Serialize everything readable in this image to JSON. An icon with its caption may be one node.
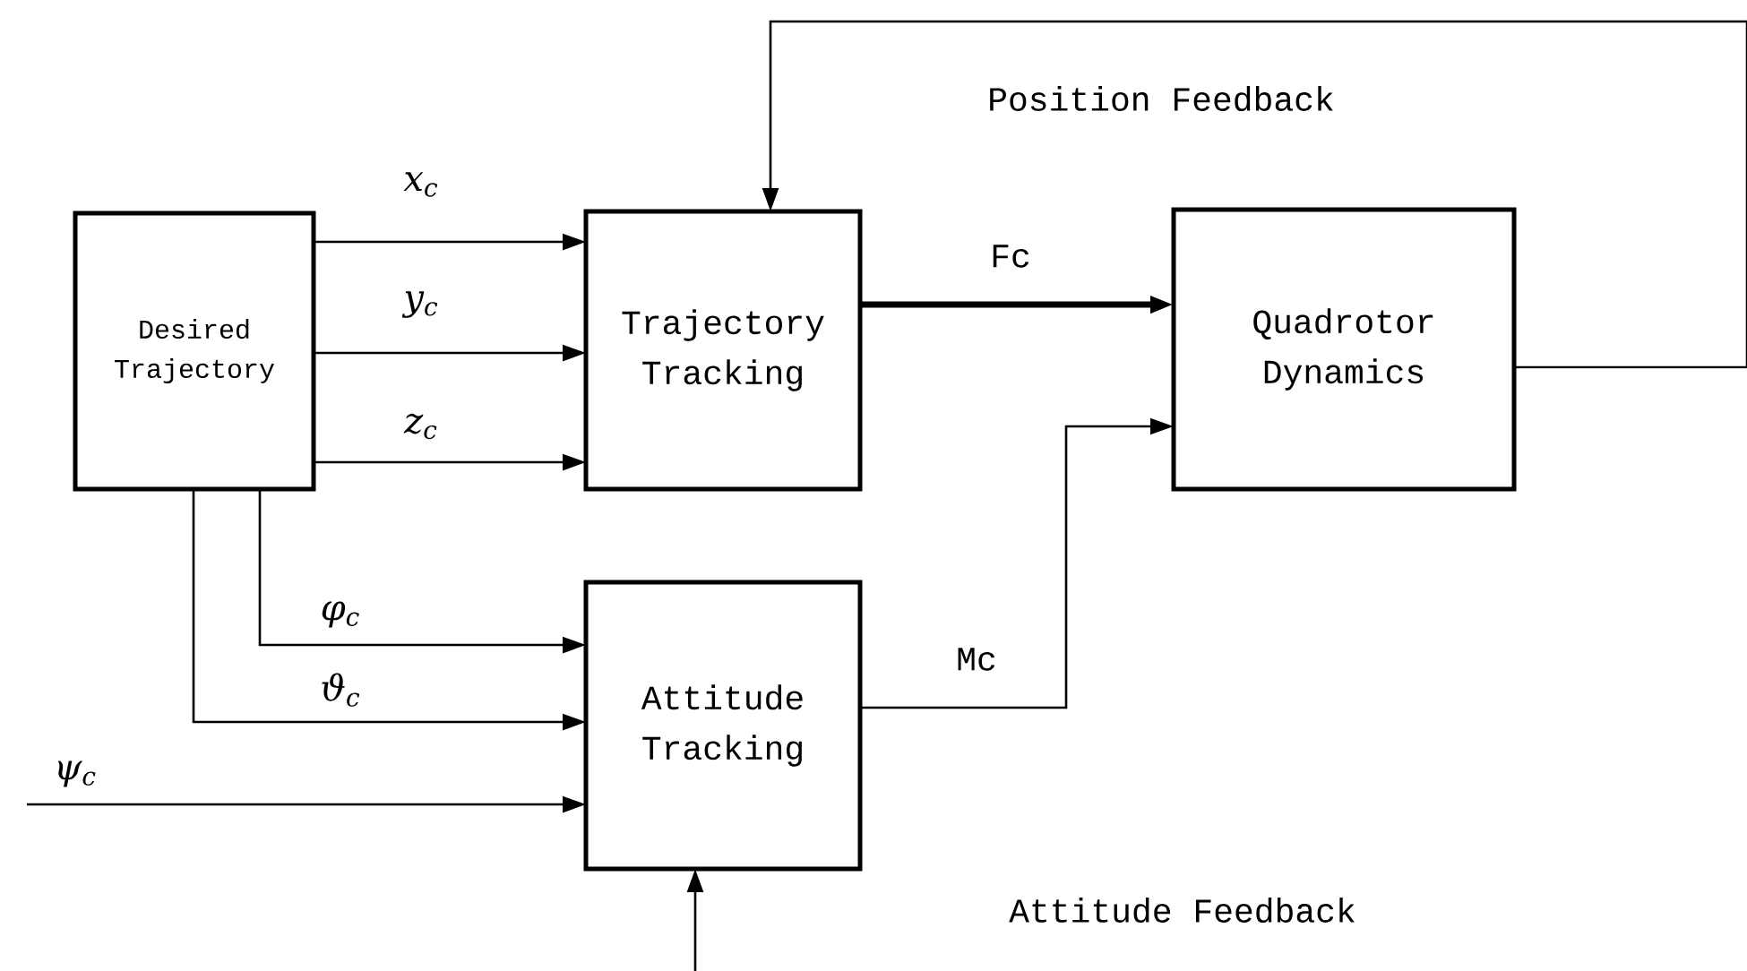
{
  "diagram": {
    "nodes": [
      {
        "text": [
          "Desired Trajectory"
        ]
      },
      {
        "text": [
          "Trajectory Tracking"
        ]
      },
      {
        "text": [
          "Quadrotor Dynamics"
        ]
      },
      {
        "text": [
          "Attitude Tracking"
        ]
      }
    ],
    "edges": [
      {
        "from": 0,
        "to": 1,
        "arrow": "to",
        "label": "x$_{c}$"
      },
      {
        "from": 0,
        "to": 1,
        "arrow": "to",
        "label": "y$_{c}$"
      },
      {
        "from": 0,
        "to": 1,
        "arrow": "to",
        "label": "z$_{c}$"
      },
      {
        "from": 0,
        "to": 3,
        "arrow": "to",
        "label": "φ$_{c}$"
      },
      {
        "from": 0,
        "to": 3,
        "arrow": "to",
        "label": "ϑ$_{c}$"
      },
      {
        "from": null,
        "to": 3,
        "arrow": "to",
        "label": "ψ$_{c}$"
      },
      {
        "from": 1,
        "to": 2,
        "arrow": "to",
        "label": "Fc",
        "style": "thick"
      },
      {
        "from": 3,
        "to": 2,
        "arrow": "to",
        "label": "Mc"
      },
      {
        "from": 2,
        "to": 1,
        "arrow": "to",
        "label": "Position Feedback"
      },
      {
        "from": null,
        "to": 3,
        "arrow": "to"
      }
    ],
    "labels": [
      "Attitude Feedback"
    ]
  }
}
